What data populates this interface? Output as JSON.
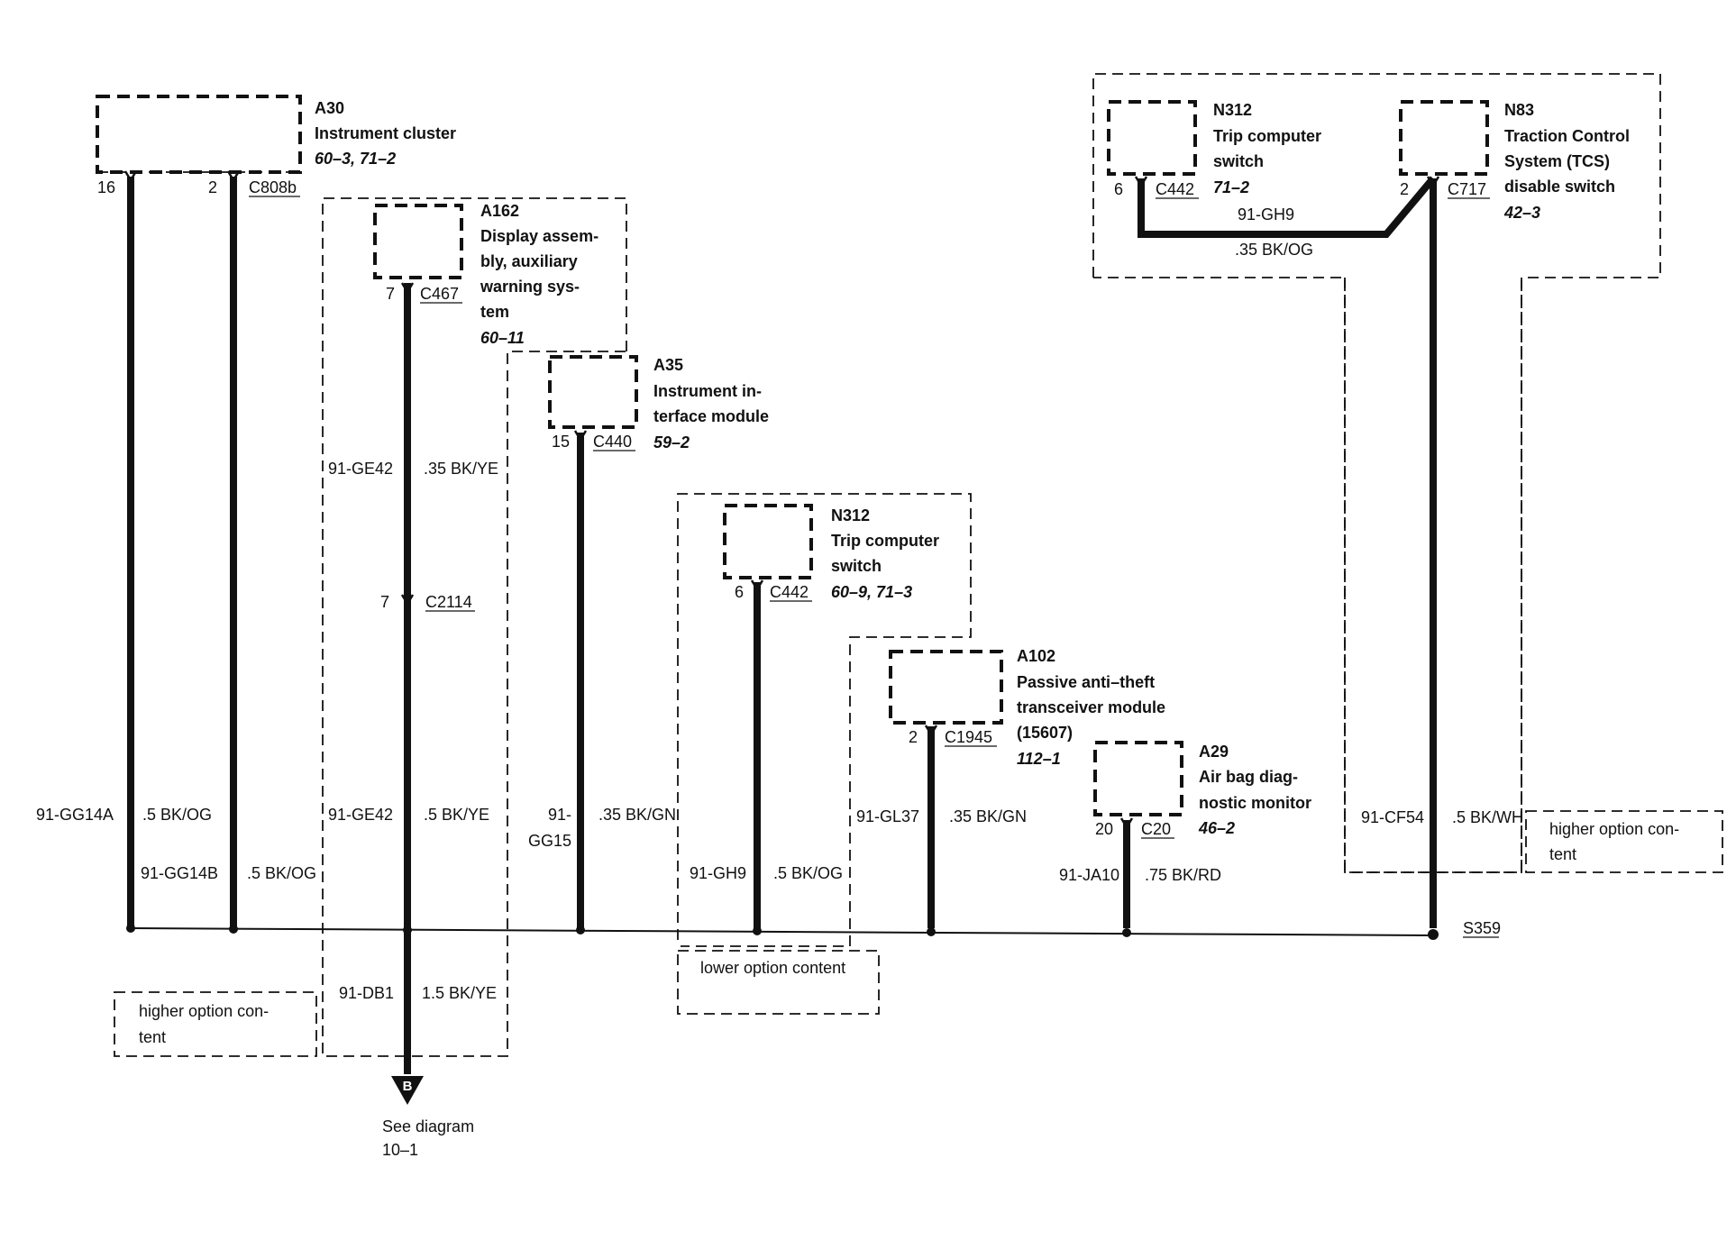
{
  "components": {
    "a30": {
      "id": "A30",
      "name": "Instrument cluster",
      "ref": "60–3, 71–2"
    },
    "a162": {
      "id": "A162",
      "name_lines": [
        "Display assem-",
        "bly, auxiliary",
        "warning sys-",
        "tem"
      ],
      "ref": "60–11"
    },
    "a35": {
      "id": "A35",
      "name_lines": [
        "Instrument in-",
        "terface module"
      ],
      "ref": "59–2"
    },
    "n312_mid": {
      "id": "N312",
      "name_lines": [
        "Trip computer",
        "switch"
      ],
      "ref": "60–9, 71–3"
    },
    "a102": {
      "id": "A102",
      "name_lines": [
        "Passive anti–theft",
        "transceiver module",
        "(15607)"
      ],
      "ref": "112–1"
    },
    "a29": {
      "id": "A29",
      "name_lines": [
        "Air bag diag-",
        "nostic monitor"
      ],
      "ref": "46–2"
    },
    "n312_top": {
      "id": "N312",
      "name_lines": [
        "Trip computer",
        "switch"
      ],
      "ref": "71–2"
    },
    "n83": {
      "id": "N83",
      "name_lines": [
        "Traction Control",
        "System (TCS)",
        "disable switch"
      ],
      "ref": "42–3"
    }
  },
  "pins": {
    "a30_16": "16",
    "a30_2": "2",
    "a30_conn": "C808b",
    "a162_7": "7",
    "a162_conn": "C467",
    "a35_15": "15",
    "a35_conn": "C440",
    "n312_mid_6": "6",
    "n312_mid_conn": "C442",
    "a102_2": "2",
    "a102_conn": "C1945",
    "a29_20": "20",
    "a29_conn": "C20",
    "n312_top_6": "6",
    "n312_top_conn": "C442",
    "n83_2": "2",
    "n83_conn": "C717",
    "inline_7": "7",
    "inline_conn": "C2114"
  },
  "wires": {
    "gg14a_circuit": "91-GG14A",
    "gg14a_spec": ".5 BK/OG",
    "gg14b_circuit": "91-GG14B",
    "gg14b_spec": ".5 BK/OG",
    "ge42_upper_circuit": "91-GE42",
    "ge42_upper_spec": ".35 BK/YE",
    "ge42_lower_circuit": "91-GE42",
    "ge42_lower_spec": ".5 BK/YE",
    "gg15_circuit_1": "91-",
    "gg15_circuit_2": "GG15",
    "gg15_spec": ".35 BK/GN",
    "gh9_mid_circuit": "91-GH9",
    "gh9_mid_spec": ".5 BK/OG",
    "gl37_circuit": "91-GL37",
    "gl37_spec": ".35 BK/GN",
    "ja10_circuit": "91-JA10",
    "ja10_spec": ".75 BK/RD",
    "gh9_top_circuit": "91-GH9",
    "gh9_top_spec": ".35 BK/OG",
    "cf54_circuit": "91-CF54",
    "cf54_spec": ".5 BK/WH",
    "db1_circuit": "91-DB1",
    "db1_spec": "1.5 BK/YE"
  },
  "splice": "S359",
  "offpage": {
    "letter": "B",
    "line1": "See diagram",
    "line2": "10–1"
  },
  "options": {
    "higher_right_1": "higher option con-",
    "higher_right_2": "tent",
    "higher_left_1": "higher option con-",
    "higher_left_2": "tent",
    "lower": "lower option content"
  }
}
